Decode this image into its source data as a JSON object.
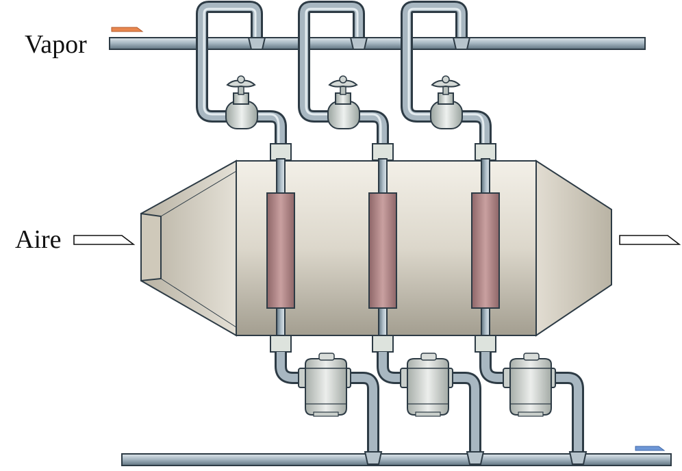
{
  "labels": {
    "vapor": "Vapor",
    "aire": "Aire"
  },
  "colors": {
    "steam_arrow": "#e8874f",
    "condensate_arrow": "#6e97d6",
    "pipe_fill": "#a8b7c1",
    "pipe_outline": "#2d3b45",
    "vessel_fill": "#d8d3c7",
    "heater_fill": "#b98a8c",
    "valve_fill": "#dfe3e0"
  },
  "components": {
    "steam_header": "steam-header-pipe",
    "condensate_header": "condensate-header-pipe",
    "vessel": "air-duct-vessel",
    "units": 3
  }
}
